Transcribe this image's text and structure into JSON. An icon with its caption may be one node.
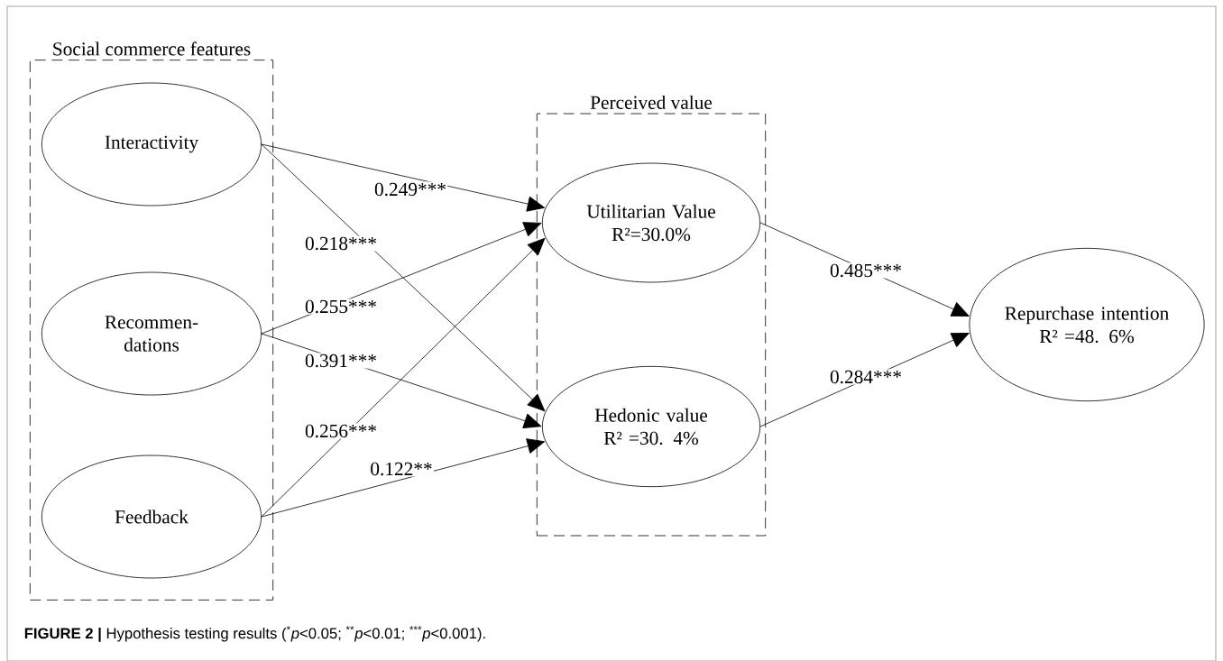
{
  "diagram": {
    "caption": "**FIGURE 2 |** Hypothesis testing results ($^{*}$*p*<0.05; $^{**}$*p*<0.01; $^{***}$*p*<0.001).",
    "nodes": [
      {
        "text": [
          "Social commerce features"
        ]
      },
      {
        "text": [
          "Interactivity"
        ],
        "in": 0
      },
      {
        "text": [
          "Recommen- dations"
        ],
        "in": 0
      },
      {
        "text": [
          "Feedback"
        ],
        "in": 0
      },
      {
        "text": [
          "Perceived value"
        ]
      },
      {
        "text": [
          "Utilitarian Value",
          "R²=30.0%"
        ],
        "in": 4
      },
      {
        "text": [
          "Hedonic value",
          "R² =30. 4%"
        ],
        "in": 4
      },
      {
        "text": [
          "Repurchase intention",
          "R² =48. 6%"
        ]
      }
    ],
    "edges": [
      {
        "from": 1,
        "to": 5,
        "arrow": "to",
        "label": "0.249***"
      },
      {
        "from": 1,
        "to": 6,
        "arrow": "to",
        "label": "0.218***"
      },
      {
        "from": 2,
        "to": 5,
        "arrow": "to",
        "label": "0.255***"
      },
      {
        "from": 2,
        "to": 6,
        "arrow": "to",
        "label": "0.391***"
      },
      {
        "from": 3,
        "to": 5,
        "arrow": "to",
        "label": "0.256***"
      },
      {
        "from": 3,
        "to": 6,
        "arrow": "to",
        "label": "0.122**"
      },
      {
        "from": 5,
        "to": 7,
        "arrow": "to",
        "label": "0.485***"
      },
      {
        "from": 6,
        "to": 7,
        "arrow": "to",
        "label": "0.284***"
      }
    ]
  }
}
